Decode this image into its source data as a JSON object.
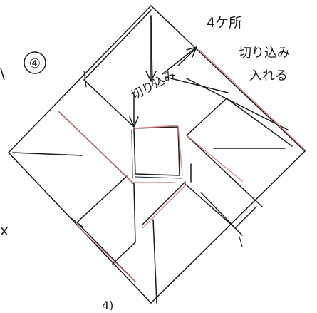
{
  "step_number": "④",
  "notes": {
    "fold_type": "4ケ所",
    "instruction_line1": "切り込み",
    "instruction_line2": "入れる",
    "slit_label": "切り込み"
  },
  "edge_marks": {
    "left_top": "\\",
    "left_bottom": "x",
    "bottom": "4)"
  },
  "colors": {
    "ink": "#1c1c1c",
    "red_pencil": "#c77a7a",
    "paper": "#ffffff"
  }
}
